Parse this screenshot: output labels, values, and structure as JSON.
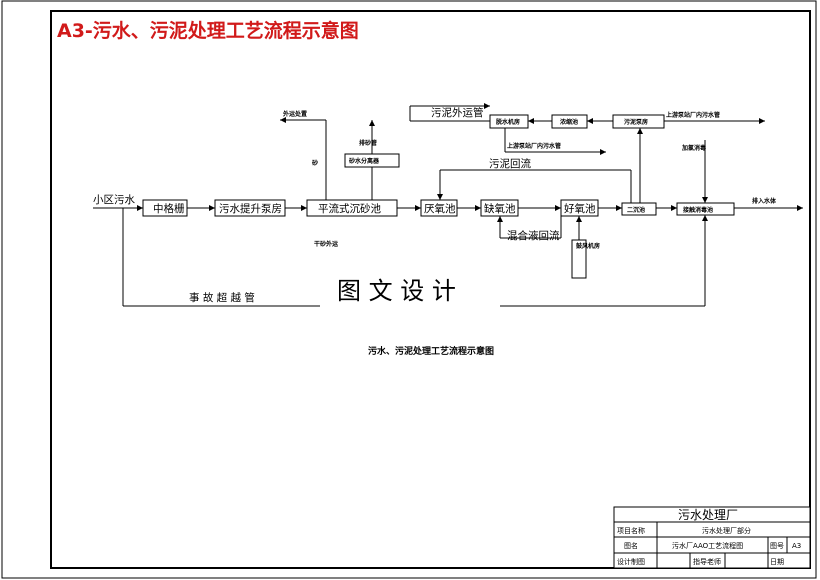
{
  "title": "A3-污水、污泥处理工艺流程示意图",
  "caption": "污水、污泥处理工艺流程示意图",
  "watermark": "图 文 设 计",
  "flow": {
    "influent": "小区污水",
    "screen": "中格栅",
    "pump_house": "污水提升泵房",
    "grit_chamber": "平流式沉砂池",
    "anaerobic": "厌氧池",
    "anoxic": "缺氧池",
    "aerobic": "好氧池",
    "secondary_clarifier": "二沉池",
    "disinfection": "接触消毒池",
    "effluent": "排入水体"
  },
  "sludge": {
    "sludge_out": "污泥外运管",
    "filter_press": "脱水机房",
    "sludge_thickener": "浓缩池",
    "sludge_pump": "污泥泵房",
    "to_upper": "上游泵站厂内污水管",
    "to_upper2": "上游泵站厂内污水管",
    "sludge_return": "污泥回流",
    "mixed_liquor_return": "混合液回流",
    "grit_out": "外运处置",
    "grit_separator": "砂水分离器",
    "grit_label": "砂",
    "grit_pipe_label": "排砂管",
    "grit_remove_label": "干砂外运",
    "chlorine_label": "加氯消毒",
    "blower": "鼓风机房"
  },
  "bypass": "事 故 超 越 管",
  "title_block": {
    "plant": "污水处理厂",
    "project_label": "项目名称",
    "project_value": "污水处理厂部分",
    "drawing_label": "图名",
    "drawing_value": "污水厂AAO工艺流程图",
    "no_label": "图号",
    "no_value": "A3",
    "designer_label": "设计制图",
    "advisor_label": "指导老师",
    "date_label": "日期"
  }
}
